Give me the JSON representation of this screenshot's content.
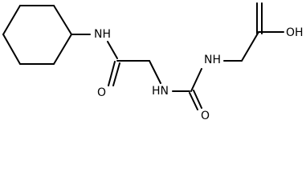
{
  "molecule": {
    "atoms": {
      "amide_nh": "NH",
      "amide_o": "O",
      "urea_nh_left": "HN",
      "urea_nh_right": "NH",
      "urea_o": "O",
      "acid_oh": "OH"
    },
    "colors": {
      "bond": "#000000",
      "label": "#000000",
      "background": "#ffffff"
    }
  }
}
